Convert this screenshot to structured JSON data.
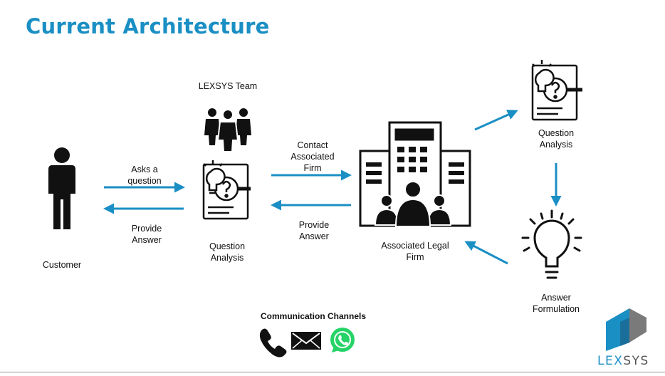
{
  "title": "Current Architecture",
  "nodes": {
    "lexsys_team": "LEXSYS Team",
    "customer": "Customer",
    "question_analysis_center": "Question\nAnalysis",
    "associated_firm": "Associated Legal\nFirm",
    "question_analysis_right": "Question\nAnalysis",
    "answer_formulation": "Answer\nFormulation"
  },
  "edges": {
    "asks_question": "Asks a\nquestion",
    "provide_answer_left": "Provide\nAnswer",
    "contact_firm": "Contact\nAssociated\nFirm",
    "provide_answer_mid": "Provide\nAnswer"
  },
  "channels": {
    "heading": "Communication Channels",
    "icons": [
      "phone-icon",
      "mail-icon",
      "whatsapp-icon"
    ]
  },
  "brand": {
    "part1": "LEX",
    "part2": "SYS"
  },
  "colors": {
    "accent": "#1a8fc4",
    "whatsapp": "#25d366",
    "icon": "#111111",
    "logo_gray": "#7a7a7a"
  }
}
